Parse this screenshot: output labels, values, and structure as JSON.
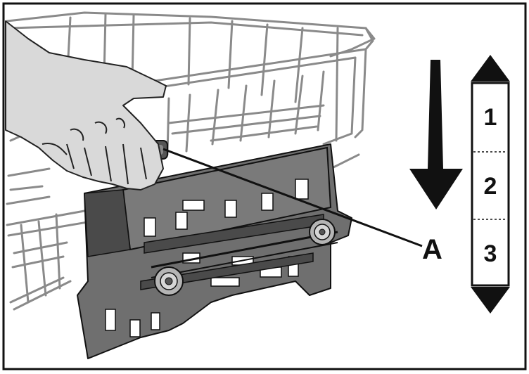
{
  "callout": {
    "label": "A"
  },
  "height_scale": {
    "levels": [
      "1",
      "2",
      "3"
    ]
  },
  "colors": {
    "ink": "#111111",
    "rack_wire": "#8a8a8a",
    "bracket_fill": "#6f6f6f",
    "bracket_dark": "#4a4a4a",
    "hand_fill": "#d9d9d9",
    "knob_fill": "#b5b5b5"
  },
  "icons": {
    "motion_arrow": "down-arrow-icon",
    "scale_up": "triangle-up-icon",
    "scale_down": "triangle-down-icon"
  }
}
